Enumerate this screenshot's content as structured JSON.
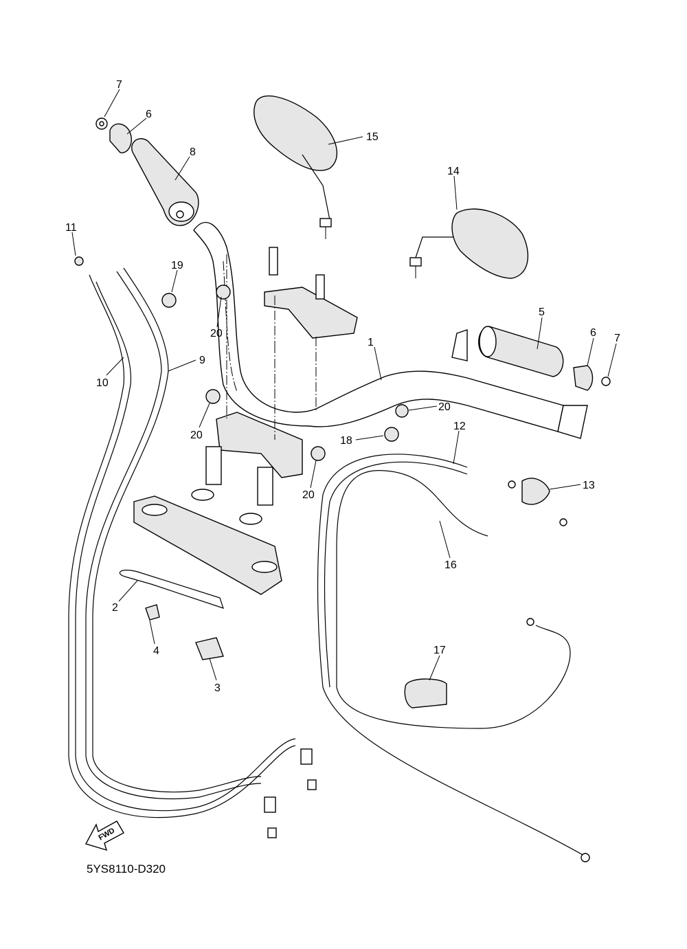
{
  "diagram": {
    "code": "5YS8110-D320",
    "direction_label": "FWD",
    "callouts": [
      "1",
      "2",
      "3",
      "4",
      "5",
      "6",
      "6",
      "7",
      "7",
      "8",
      "9",
      "10",
      "11",
      "12",
      "13",
      "14",
      "15",
      "16",
      "17",
      "18",
      "19",
      "20",
      "20",
      "20",
      "20"
    ]
  }
}
